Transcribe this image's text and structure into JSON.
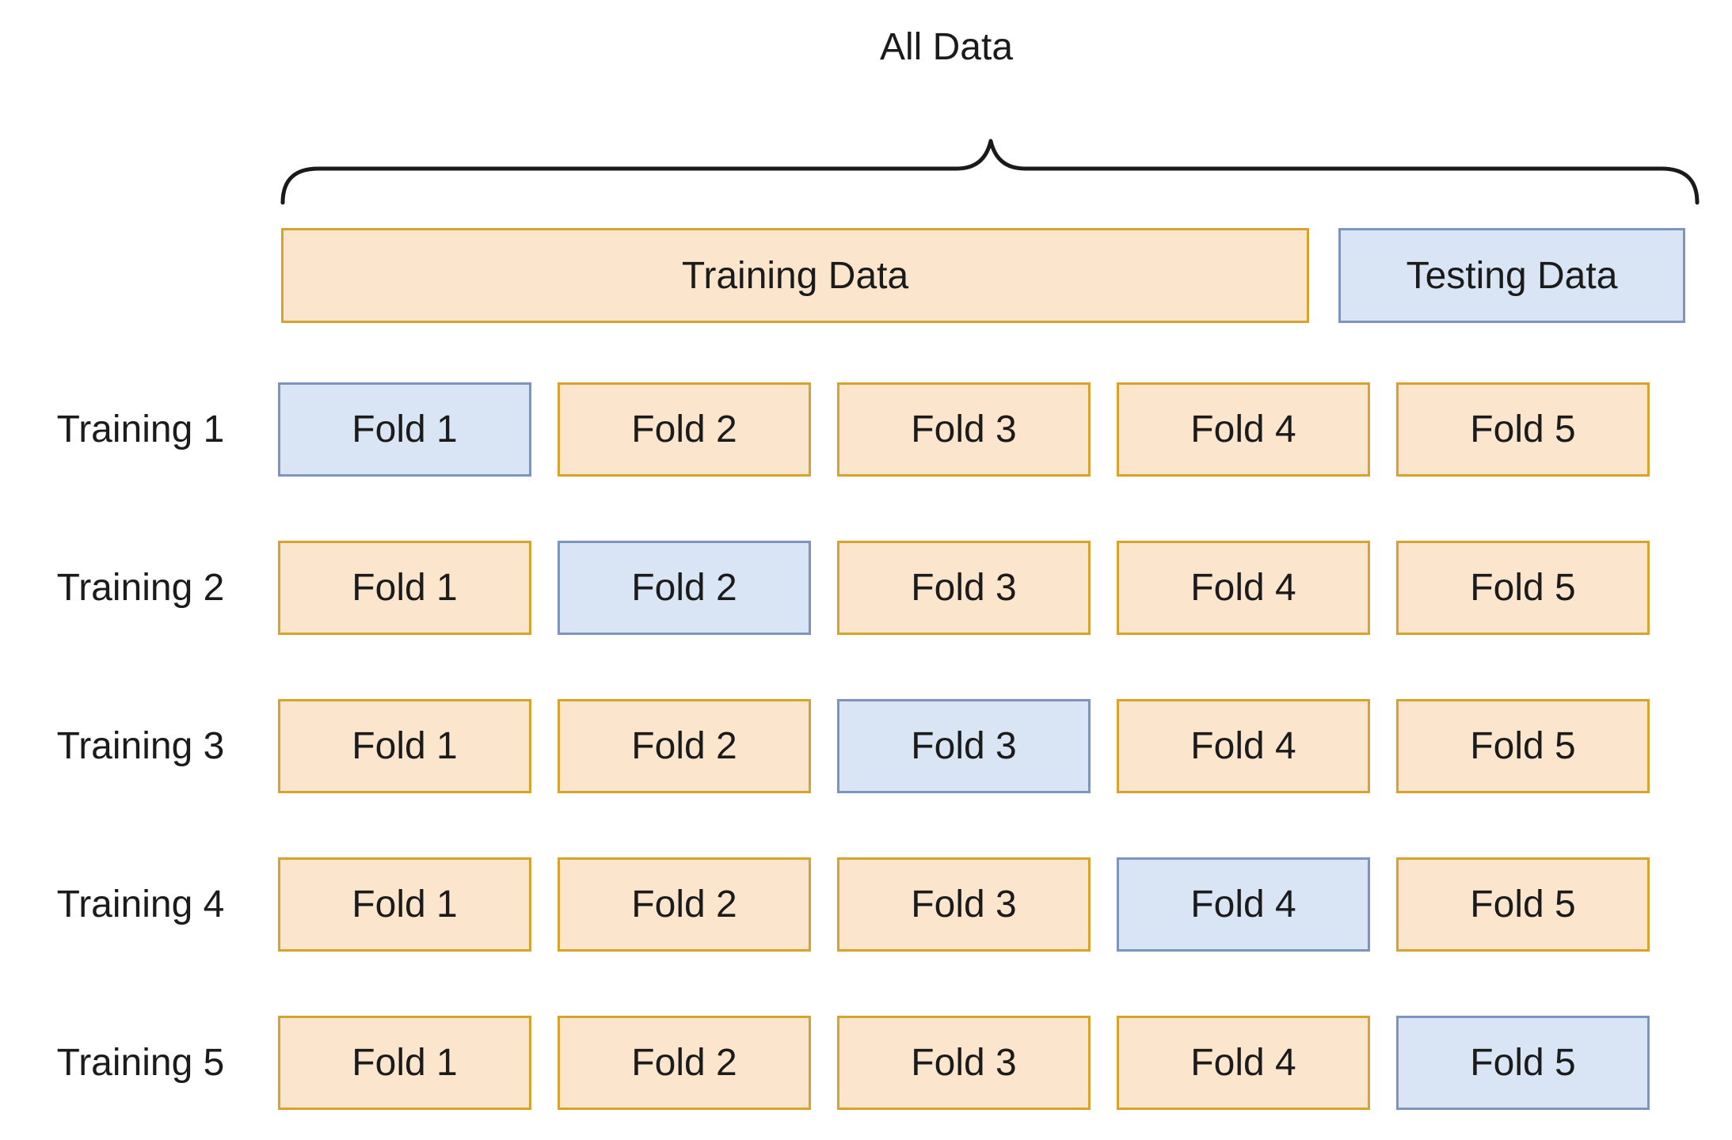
{
  "title": "All Data",
  "colors": {
    "background": "#FFFFFF",
    "text": "#1B1B1B",
    "brace": "#1A1A1A",
    "train_fill": "#FCE5CD",
    "train_border": "#D8A32C",
    "test_fill": "#D9E5F4",
    "test_border": "#7D95BE"
  },
  "split_row": {
    "training_label": "Training Data",
    "testing_label": "Testing Data"
  },
  "fold_grid": {
    "rows": [
      {
        "label": "Training 1",
        "test_fold": 0,
        "folds": [
          "Fold 1",
          "Fold 2",
          "Fold 3",
          "Fold 4",
          "Fold 5"
        ]
      },
      {
        "label": "Training 2",
        "test_fold": 1,
        "folds": [
          "Fold 1",
          "Fold 2",
          "Fold 3",
          "Fold 4",
          "Fold 5"
        ]
      },
      {
        "label": "Training 3",
        "test_fold": 2,
        "folds": [
          "Fold 1",
          "Fold 2",
          "Fold 3",
          "Fold 4",
          "Fold 5"
        ]
      },
      {
        "label": "Training 4",
        "test_fold": 3,
        "folds": [
          "Fold 1",
          "Fold 2",
          "Fold 3",
          "Fold 4",
          "Fold 5"
        ]
      },
      {
        "label": "Training 5",
        "test_fold": 4,
        "folds": [
          "Fold 1",
          "Fold 2",
          "Fold 3",
          "Fold 4",
          "Fold 5"
        ]
      }
    ]
  }
}
